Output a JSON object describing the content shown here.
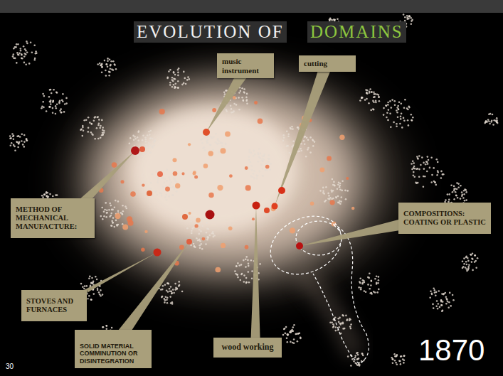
{
  "diagram": {
    "title": "EVOLUTION OF",
    "nodes": [
      {
        "text": [
          "music instrument"
        ]
      },
      {
        "text": [
          "cutting"
        ]
      },
      {
        "text": [
          "METHOD OF MECHANICAL MANUFACTURE:"
        ]
      },
      {
        "text": [
          "COMPOSITIONS: COATING OR PLASTIC"
        ]
      },
      {
        "text": [
          "STOVES AND FURNACES"
        ]
      },
      {
        "text": [
          "SOLID MATERIAL COMMINUTION OR DISINTEGRATION"
        ]
      },
      {
        "text": [
          "wood working"
        ]
      }
    ],
    "labels": [
      "DOMAINS",
      "1870",
      "30"
    ]
  }
}
